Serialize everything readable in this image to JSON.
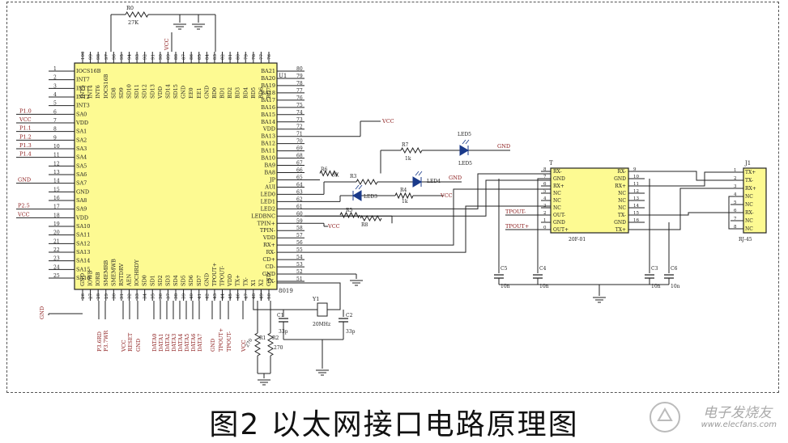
{
  "caption": "图2 以太网接口电路原理图",
  "watermark": {
    "name": "电子发烧友",
    "site": "www.elecfans.com"
  },
  "u1": {
    "ref": "U1",
    "part": "8019",
    "left_pins": [
      {
        "n": "1",
        "name": "IOCS16B"
      },
      {
        "n": "2",
        "name": "INT7"
      },
      {
        "n": "3",
        "name": "INT1"
      },
      {
        "n": "4",
        "name": "INT2"
      },
      {
        "n": "5",
        "name": "INT3"
      },
      {
        "n": "6",
        "name": "SA0"
      },
      {
        "n": "7",
        "name": "VDD"
      },
      {
        "n": "8",
        "name": "SA1"
      },
      {
        "n": "9",
        "name": "SA2"
      },
      {
        "n": "10",
        "name": "SA3"
      },
      {
        "n": "11",
        "name": "SA4"
      },
      {
        "n": "12",
        "name": "SA5"
      },
      {
        "n": "13",
        "name": "SA6"
      },
      {
        "n": "14",
        "name": "SA7"
      },
      {
        "n": "15",
        "name": "GND"
      },
      {
        "n": "16",
        "name": "SA8"
      },
      {
        "n": "17",
        "name": "SA9"
      },
      {
        "n": "18",
        "name": "VDD"
      },
      {
        "n": "19",
        "name": "SA10"
      },
      {
        "n": "20",
        "name": "SA11"
      },
      {
        "n": "21",
        "name": "SA12"
      },
      {
        "n": "22",
        "name": "SA13"
      },
      {
        "n": "23",
        "name": "SA14"
      },
      {
        "n": "24",
        "name": "SA15"
      },
      {
        "n": "25",
        "name": "SA16"
      }
    ],
    "right_pins": [
      {
        "n": "80",
        "name": "BA21"
      },
      {
        "n": "79",
        "name": "BA20"
      },
      {
        "n": "78",
        "name": "BA19"
      },
      {
        "n": "77",
        "name": "BA18"
      },
      {
        "n": "76",
        "name": "BA17"
      },
      {
        "n": "75",
        "name": "BA16"
      },
      {
        "n": "74",
        "name": "BA15"
      },
      {
        "n": "73",
        "name": "BA14"
      },
      {
        "n": "72",
        "name": "VDD"
      },
      {
        "n": "71",
        "name": "BA13"
      },
      {
        "n": "70",
        "name": "BA12"
      },
      {
        "n": "69",
        "name": "BA11"
      },
      {
        "n": "68",
        "name": "BA10"
      },
      {
        "n": "67",
        "name": "BA9"
      },
      {
        "n": "66",
        "name": "BA8"
      },
      {
        "n": "65",
        "name": "JP"
      },
      {
        "n": "64",
        "name": "AUI"
      },
      {
        "n": "63",
        "name": "LED0"
      },
      {
        "n": "62",
        "name": "LED1"
      },
      {
        "n": "61",
        "name": "LED2"
      },
      {
        "n": "60",
        "name": "LEDBNC"
      },
      {
        "n": "59",
        "name": "TPIN+"
      },
      {
        "n": "58",
        "name": "TPIN-"
      },
      {
        "n": "57",
        "name": "VDD"
      },
      {
        "n": "56",
        "name": "RX+"
      },
      {
        "n": "55",
        "name": "RX-"
      },
      {
        "n": "54",
        "name": "CD+"
      },
      {
        "n": "53",
        "name": "CD-"
      },
      {
        "n": "52",
        "name": "GND"
      },
      {
        "n": "51",
        "name": "TX-"
      }
    ],
    "top_pins": [
      {
        "n": "100",
        "name": "INT5"
      },
      {
        "n": "99",
        "name": "INT4"
      },
      {
        "n": "98",
        "name": "INT6"
      },
      {
        "n": "97",
        "name": "IOCS16B"
      },
      {
        "n": "96",
        "name": "SD8"
      },
      {
        "n": "95",
        "name": "SD9"
      },
      {
        "n": "94",
        "name": "SD10"
      },
      {
        "n": "93",
        "name": "SD11"
      },
      {
        "n": "92",
        "name": "SD12"
      },
      {
        "n": "91",
        "name": "SD13"
      },
      {
        "n": "90",
        "name": "VDD"
      },
      {
        "n": "89",
        "name": "SD14"
      },
      {
        "n": "88",
        "name": "SD15"
      },
      {
        "n": "87",
        "name": "GND"
      },
      {
        "n": "86",
        "name": "EE0"
      },
      {
        "n": "85",
        "name": "EE1"
      },
      {
        "n": "84",
        "name": "GND"
      },
      {
        "n": "83",
        "name": "BD0"
      },
      {
        "n": "82",
        "name": "BD1"
      },
      {
        "n": "81",
        "name": "BD2"
      },
      {
        "n": "80",
        "name": "BD3"
      },
      {
        "n": "79",
        "name": "BD4"
      },
      {
        "n": "78",
        "name": "BD5"
      },
      {
        "n": "77",
        "name": "BD6"
      },
      {
        "n": "76",
        "name": "BD7"
      }
    ],
    "bottom_pins": [
      {
        "n": "26",
        "name": "GND"
      },
      {
        "n": "27",
        "name": "IOWB"
      },
      {
        "n": "28",
        "name": "IORB"
      },
      {
        "n": "29",
        "name": "SMEMRB"
      },
      {
        "n": "30",
        "name": "SMEMWB"
      },
      {
        "n": "31",
        "name": "RSTDRV"
      },
      {
        "n": "32",
        "name": "AEN"
      },
      {
        "n": "33",
        "name": "IOCHRDY"
      },
      {
        "n": "34",
        "name": "SD0"
      },
      {
        "n": "35",
        "name": "SD1"
      },
      {
        "n": "36",
        "name": "SD2"
      },
      {
        "n": "37",
        "name": "SD3"
      },
      {
        "n": "38",
        "name": "SD4"
      },
      {
        "n": "39",
        "name": "SD5"
      },
      {
        "n": "40",
        "name": "SD6"
      },
      {
        "n": "41",
        "name": "SD7"
      },
      {
        "n": "42",
        "name": "GND"
      },
      {
        "n": "43",
        "name": "TPOUT+"
      },
      {
        "n": "44",
        "name": "TPOUT-"
      },
      {
        "n": "45",
        "name": "VDD"
      },
      {
        "n": "46",
        "name": "TX+"
      },
      {
        "n": "47",
        "name": "TX-"
      },
      {
        "n": "48",
        "name": "X1"
      },
      {
        "n": "49",
        "name": "X2"
      },
      {
        "n": "50",
        "name": "GND"
      }
    ],
    "left_nets": [
      "P1.0",
      "VCC",
      "P1.1",
      "P1.2",
      "P1.3",
      "P1.4"
    ],
    "left_net_gnd": "GND",
    "left_net_p25": "P2.5",
    "left_net_vcc": "VCC",
    "bottom_left_gnd": "GND",
    "bottom_nets": [
      "P3.6RD",
      "P3.7WR",
      "VCC",
      "RESET",
      "GND",
      "DATA0",
      "DATA1",
      "DATA2",
      "DATA3",
      "DATA4",
      "DATA5",
      "DATA6",
      "DATA7",
      "GND",
      "TPOUT+",
      "TPOUT-",
      "VCC"
    ]
  },
  "passives": {
    "r_top": {
      "ref": "R0",
      "value": "27K"
    },
    "vcc_top": "VCC",
    "vcc_right": "VCC",
    "r6": {
      "ref": "R6",
      "value": "3K"
    },
    "r7": {
      "ref": "R7",
      "value": "1k"
    },
    "led5": {
      "ref": "LED5",
      "label": "LED5"
    },
    "gnd_led5": "GND",
    "r3": {
      "ref": "R3",
      "value": ""
    },
    "led4": {
      "ref": "LED4",
      "label": "LED4"
    },
    "gnd_led4": "GND",
    "led3": {
      "ref": "LED3"
    },
    "r4": {
      "ref": "R4",
      "value": "1k"
    },
    "vcc_r4": "VCC",
    "r5": {
      "ref": "R5",
      "value": ""
    },
    "r8": {
      "ref": "R8",
      "value": ""
    },
    "vcc_mid": "VCC",
    "y1": {
      "ref": "Y1",
      "value": "20MHz"
    },
    "c1": {
      "ref": "C1",
      "value": "33p"
    },
    "c2": {
      "ref": "C2",
      "value": "33p"
    },
    "r1": {
      "ref": "R1",
      "value": "270"
    },
    "r2": {
      "ref": "R2",
      "value": "270"
    }
  },
  "transformer": {
    "ref": "T",
    "part": "20F-01",
    "left_pins": [
      {
        "n": "8",
        "name": "RX-"
      },
      {
        "n": "7",
        "name": "GND"
      },
      {
        "n": "6",
        "name": "RX+"
      },
      {
        "n": "5",
        "name": "NC"
      },
      {
        "n": "4",
        "name": "NC"
      },
      {
        "n": "3",
        "name": "NC"
      },
      {
        "n": "2",
        "name": "OUT-"
      },
      {
        "n": "1",
        "name": "GND"
      },
      {
        "n": "0",
        "name": "OUT+"
      }
    ],
    "right_pins": [
      {
        "n": "9",
        "name": "RX-"
      },
      {
        "n": "10",
        "name": "GND"
      },
      {
        "n": "11",
        "name": "RX+"
      },
      {
        "n": "12",
        "name": "NC"
      },
      {
        "n": "13",
        "name": "NC"
      },
      {
        "n": "14",
        "name": "NC"
      },
      {
        "n": "15",
        "name": "TX-"
      },
      {
        "n": "16",
        "name": "GND"
      },
      {
        "n": "",
        "name": "TX+"
      }
    ],
    "nets_left": [
      "TPOUT-",
      "TPOUT+"
    ],
    "caps": [
      {
        "ref": "C5",
        "value": "10n"
      },
      {
        "ref": "C4",
        "value": "10n"
      },
      {
        "ref": "C3",
        "value": "10n"
      },
      {
        "ref": "C6",
        "value": "10n"
      }
    ]
  },
  "connector": {
    "ref": "J1",
    "part": "RJ-45",
    "pins": [
      {
        "n": "1",
        "name": "TX+"
      },
      {
        "n": "2",
        "name": "TX-"
      },
      {
        "n": "3",
        "name": "RX+"
      },
      {
        "n": "4",
        "name": "NC"
      },
      {
        "n": "5",
        "name": "NC"
      },
      {
        "n": "6",
        "name": "RX-"
      },
      {
        "n": "7",
        "name": "NC"
      },
      {
        "n": "8",
        "name": "NC"
      }
    ]
  }
}
